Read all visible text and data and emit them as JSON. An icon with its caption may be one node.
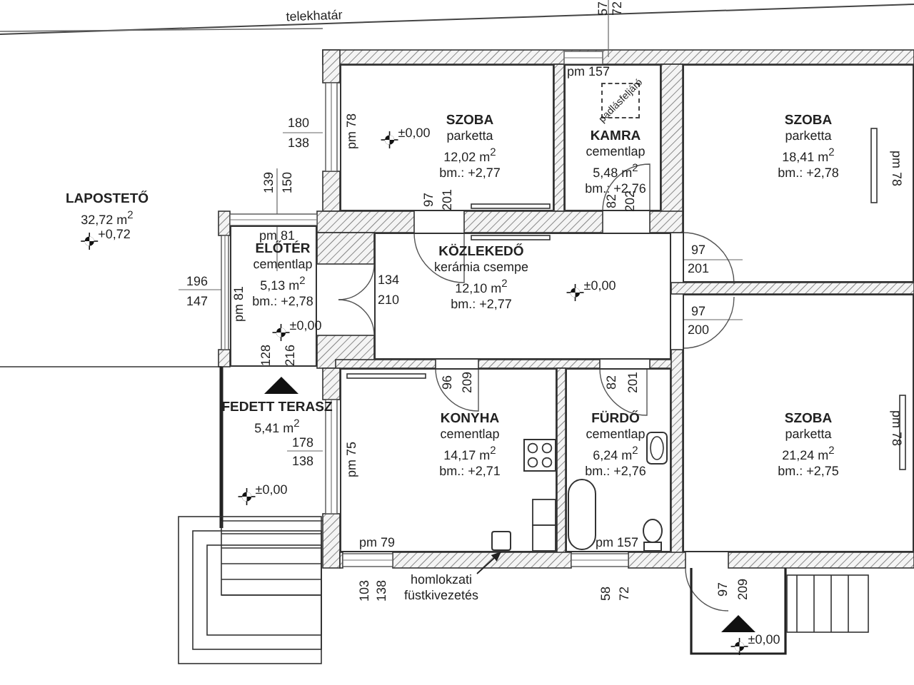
{
  "diagram": {
    "nodes": [
      {
        "text": [
          "LAPOSTETŐ",
          "32,72 m$^{2}$"
        ]
      },
      {
        "text": [
          "SZOBA",
          "parketta",
          "12,02 m$^{2}$",
          "bm.: +2,77"
        ]
      },
      {
        "text": [
          "KAMRA",
          "cementlap",
          "5,48 m$^{2}$",
          "bm.: +2,76"
        ]
      },
      {
        "text": [
          "padlásfeljáró"
        ],
        "in": 2
      },
      {
        "text": [
          "SZOBA",
          "parketta",
          "18,41 m$^{2}$",
          "bm.: +2,78"
        ]
      },
      {
        "text": [
          "ELŐTÉR",
          "cementlap",
          "5,13 m$^{2}$",
          "bm.: +2,78"
        ]
      },
      {
        "text": [
          "KÖZLEKEDŐ",
          "kerámia csempe",
          "12,10 m$^{2}$",
          "bm.: +2,77"
        ]
      },
      {
        "text": [
          "FEDETT TERASZ",
          "5,41 m$^{2}$"
        ]
      },
      {
        "text": [
          "KONYHA",
          "cementlap",
          "14,17 m$^{2}$",
          "bm.: +2,71"
        ]
      },
      {
        "text": [
          "FÜRDŐ",
          "cementlap",
          "6,24 m$^{2}$",
          "bm.: +2,76"
        ]
      },
      {
        "text": [
          "SZOBA",
          "parketta",
          "21,24 m$^{2}$",
          "bm.: +2,75"
        ]
      },
      {
        "text": [],
        "shape": "box",
        "in": 8
      },
      {
        "text": [
          "homlokzati füstkivezetés"
        ]
      }
    ],
    "edges": [
      {
        "from": 12,
        "to": 11,
        "arrow": "to"
      }
    ],
    "labels": [
      "telekhatár",
      "+0,72",
      "180",
      "138",
      "139",
      "150",
      "pm 81",
      "196",
      "147",
      "pm 81",
      "±0,00",
      "128",
      "216",
      "pm 78",
      "±0,00",
      "97",
      "201",
      "134",
      "210",
      "pm 157",
      "57",
      "72",
      "82",
      "202",
      "±0,00",
      "97",
      "201",
      "97",
      "200",
      "pm 78",
      "96",
      "209",
      "82",
      "201",
      "178",
      "138",
      "±0,00",
      "pm 75",
      "pm 79",
      "pm 157",
      "pm 78",
      "103",
      "138",
      "58",
      "72",
      "97",
      "209",
      "±0,00"
    ]
  }
}
